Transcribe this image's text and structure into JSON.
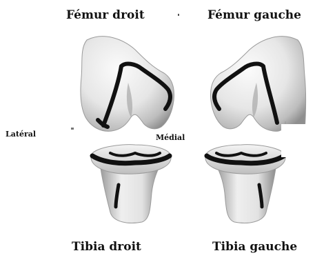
{
  "labels": {
    "femur_right": "Fémur droit",
    "femur_left": "Fémur gauche",
    "lateral": "Latéral",
    "medial": "Médial",
    "tibia_right": "Tibia droit",
    "tibia_left": "Tibia gauche"
  },
  "colors": {
    "bone_light": "#f7f7f7",
    "bone_mid": "#d9d9d9",
    "bone_dark": "#9a9a9a",
    "outline": "#111111",
    "text": "#111111"
  }
}
